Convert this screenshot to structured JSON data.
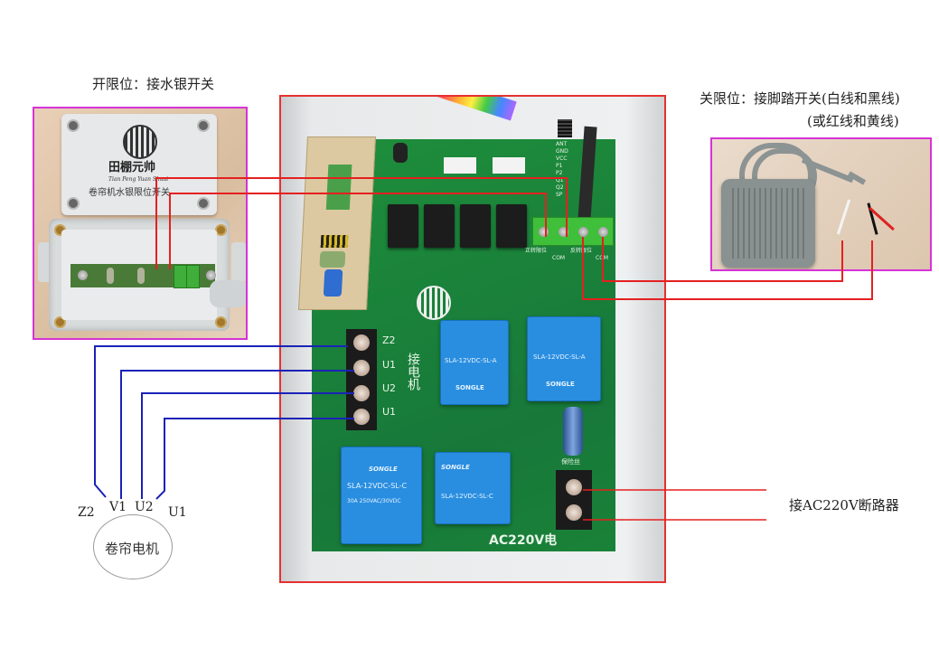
{
  "labels": {
    "open_limit": "开限位：接水银开关",
    "close_limit_line1": "关限位：接脚踏开关(白线和黑线)",
    "close_limit_line2": "(或红线和黄线)",
    "breaker": "接AC220V断路器",
    "motor_name": "卷帘电机",
    "motor_terminals": [
      "Z2",
      "V1",
      "U2",
      "U1"
    ]
  },
  "mercury_switch": {
    "caption": "卷帘机水银限位开关",
    "brand_cn": "田棚元帅",
    "brand_en": "Tian Peng Yuan Shuai"
  },
  "control_board": {
    "motor_terminal_labels": [
      "Z2",
      "U1",
      "U2",
      "U1"
    ],
    "motor_connect_label": "接电机",
    "limit_terminal_labels": [
      "正转限位",
      "COM",
      "反转限位",
      "COM"
    ],
    "module_pins": [
      "ANT",
      "GND",
      "VCC",
      "P1",
      "P2",
      "Q1",
      "Q2",
      "SP"
    ],
    "ac_label": "AC220V电",
    "fuse_label": "保险丝",
    "relays": [
      {
        "id": "K2",
        "brand": "SONGLE",
        "model": "SLA-12VDC-SL-A"
      },
      {
        "id": "K1",
        "brand": "SONGLE",
        "model": "SLA-12VDC-SL-A"
      },
      {
        "id": "K3",
        "brand": "SONGLE",
        "model": "SLA-12VDC-SL-C"
      },
      {
        "id": "K4",
        "brand": "SONGLE",
        "model": "SLA-12VDC-SL-C"
      }
    ],
    "relay_rating": "30A 250VAC/30VDC"
  },
  "colors": {
    "limit_wire": "#e52020",
    "motor_wire": "#1a22b8",
    "photo_frame": "#d633d6",
    "box_frame": "#e53030"
  }
}
